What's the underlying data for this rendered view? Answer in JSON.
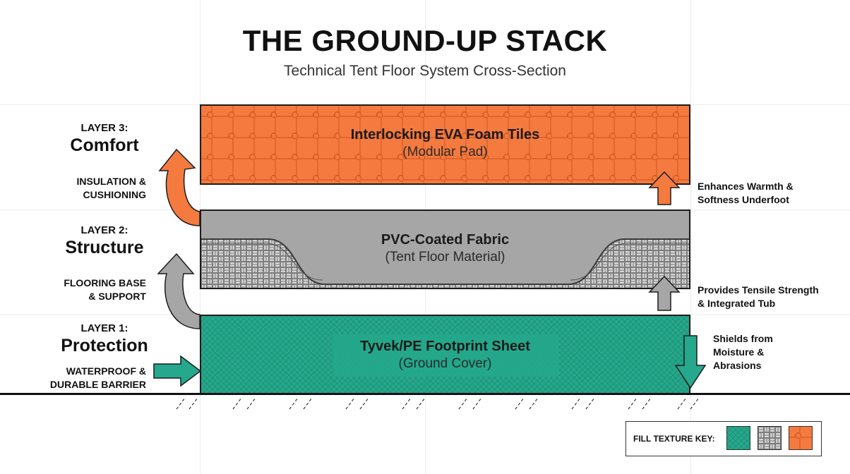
{
  "title": "THE GROUND-UP STACK",
  "subtitle": "Technical Tent Floor System Cross-Section",
  "layers": [
    {
      "number": "LAYER 3:",
      "name": "Comfort",
      "material": "Interlocking EVA Foam Tiles",
      "material_sub": "(Modular Pad)",
      "function": [
        "INSULATION &",
        "CUSHIONING"
      ],
      "benefit": [
        "Enhances Warmth &",
        "Softness Underfoot"
      ],
      "color": "#f47a3f",
      "texture": "puzzle"
    },
    {
      "number": "LAYER 2:",
      "name": "Structure",
      "material": "PVC-Coated Fabric",
      "material_sub": "(Tent Floor Material)",
      "function": [
        "FLOORING BASE",
        "& SUPPORT"
      ],
      "benefit": [
        "Provides Tensile Strength",
        "& Integrated Tub"
      ],
      "color": "#a6a6a6",
      "texture": "basketweave"
    },
    {
      "number": "LAYER 1:",
      "name": "Protection",
      "material": "Tyvek/PE Footprint Sheet",
      "material_sub": "(Ground Cover)",
      "function": [
        "WATERPROOF &",
        "DURABLE BARRIER"
      ],
      "benefit": [
        "Shields from",
        "Moisture &",
        "Abrasions"
      ],
      "color": "#25a88b",
      "texture": "crosshatch"
    }
  ],
  "key": {
    "label": "FILL TEXTURE KEY:"
  }
}
